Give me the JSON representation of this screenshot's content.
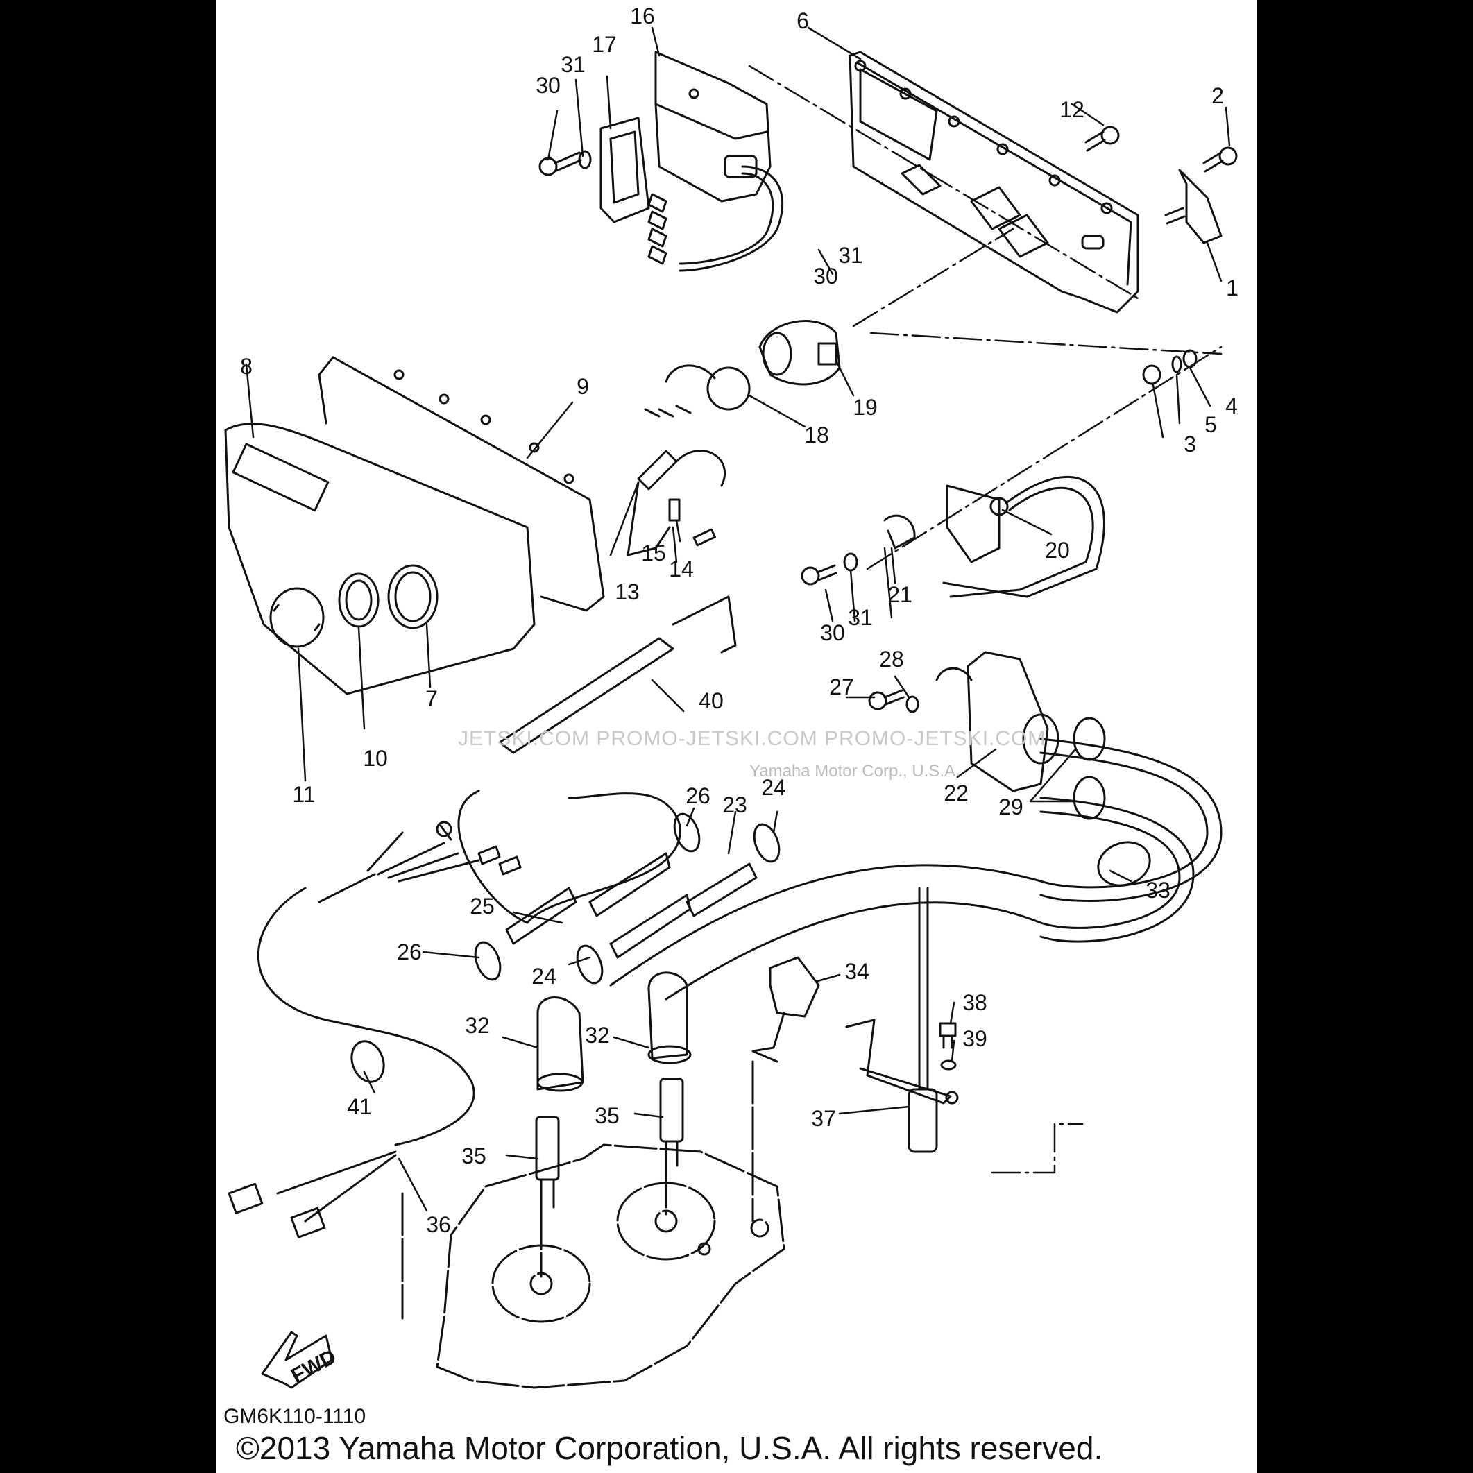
{
  "diagram": {
    "title": "Yamaha Electrical Parts Exploded View",
    "part_code": "GM6K110-1110",
    "copyright": "©2013 Yamaha Motor Corporation, U.S.A. All rights reserved.",
    "watermark": "JETSKI.COM  PROMO-JETSKI.COM  PROMO-JETSKI.COM",
    "watermark_overlay": "Yamaha Motor Corp., U.S.A.",
    "direction_label": "FWD",
    "line_color": "#111111",
    "background": "#ffffff",
    "callouts": [
      {
        "id": "c1",
        "label": "1"
      },
      {
        "id": "c2",
        "label": "2"
      },
      {
        "id": "c3",
        "label": "3"
      },
      {
        "id": "c4",
        "label": "4"
      },
      {
        "id": "c5",
        "label": "5"
      },
      {
        "id": "c6",
        "label": "6"
      },
      {
        "id": "c7",
        "label": "7"
      },
      {
        "id": "c8",
        "label": "8"
      },
      {
        "id": "c9",
        "label": "9"
      },
      {
        "id": "c10",
        "label": "10"
      },
      {
        "id": "c11",
        "label": "11"
      },
      {
        "id": "c12",
        "label": "12"
      },
      {
        "id": "c13",
        "label": "13"
      },
      {
        "id": "c14",
        "label": "14"
      },
      {
        "id": "c15",
        "label": "15"
      },
      {
        "id": "c16",
        "label": "16"
      },
      {
        "id": "c17",
        "label": "17"
      },
      {
        "id": "c18",
        "label": "18"
      },
      {
        "id": "c19",
        "label": "19"
      },
      {
        "id": "c20",
        "label": "20"
      },
      {
        "id": "c21",
        "label": "21"
      },
      {
        "id": "c22",
        "label": "22"
      },
      {
        "id": "c23",
        "label": "23"
      },
      {
        "id": "c24a",
        "label": "24"
      },
      {
        "id": "c24b",
        "label": "24"
      },
      {
        "id": "c25",
        "label": "25"
      },
      {
        "id": "c26a",
        "label": "26"
      },
      {
        "id": "c26b",
        "label": "26"
      },
      {
        "id": "c27",
        "label": "27"
      },
      {
        "id": "c28",
        "label": "28"
      },
      {
        "id": "c29",
        "label": "29"
      },
      {
        "id": "c30a",
        "label": "30"
      },
      {
        "id": "c30b",
        "label": "30"
      },
      {
        "id": "c30c",
        "label": "30"
      },
      {
        "id": "c31a",
        "label": "31"
      },
      {
        "id": "c31b",
        "label": "31"
      },
      {
        "id": "c31c",
        "label": "31"
      },
      {
        "id": "c32a",
        "label": "32"
      },
      {
        "id": "c32b",
        "label": "32"
      },
      {
        "id": "c33",
        "label": "33"
      },
      {
        "id": "c34",
        "label": "34"
      },
      {
        "id": "c35a",
        "label": "35"
      },
      {
        "id": "c35b",
        "label": "35"
      },
      {
        "id": "c36",
        "label": "36"
      },
      {
        "id": "c37",
        "label": "37"
      },
      {
        "id": "c38",
        "label": "38"
      },
      {
        "id": "c39",
        "label": "39"
      },
      {
        "id": "c40",
        "label": "40"
      },
      {
        "id": "c41",
        "label": "41"
      }
    ]
  }
}
